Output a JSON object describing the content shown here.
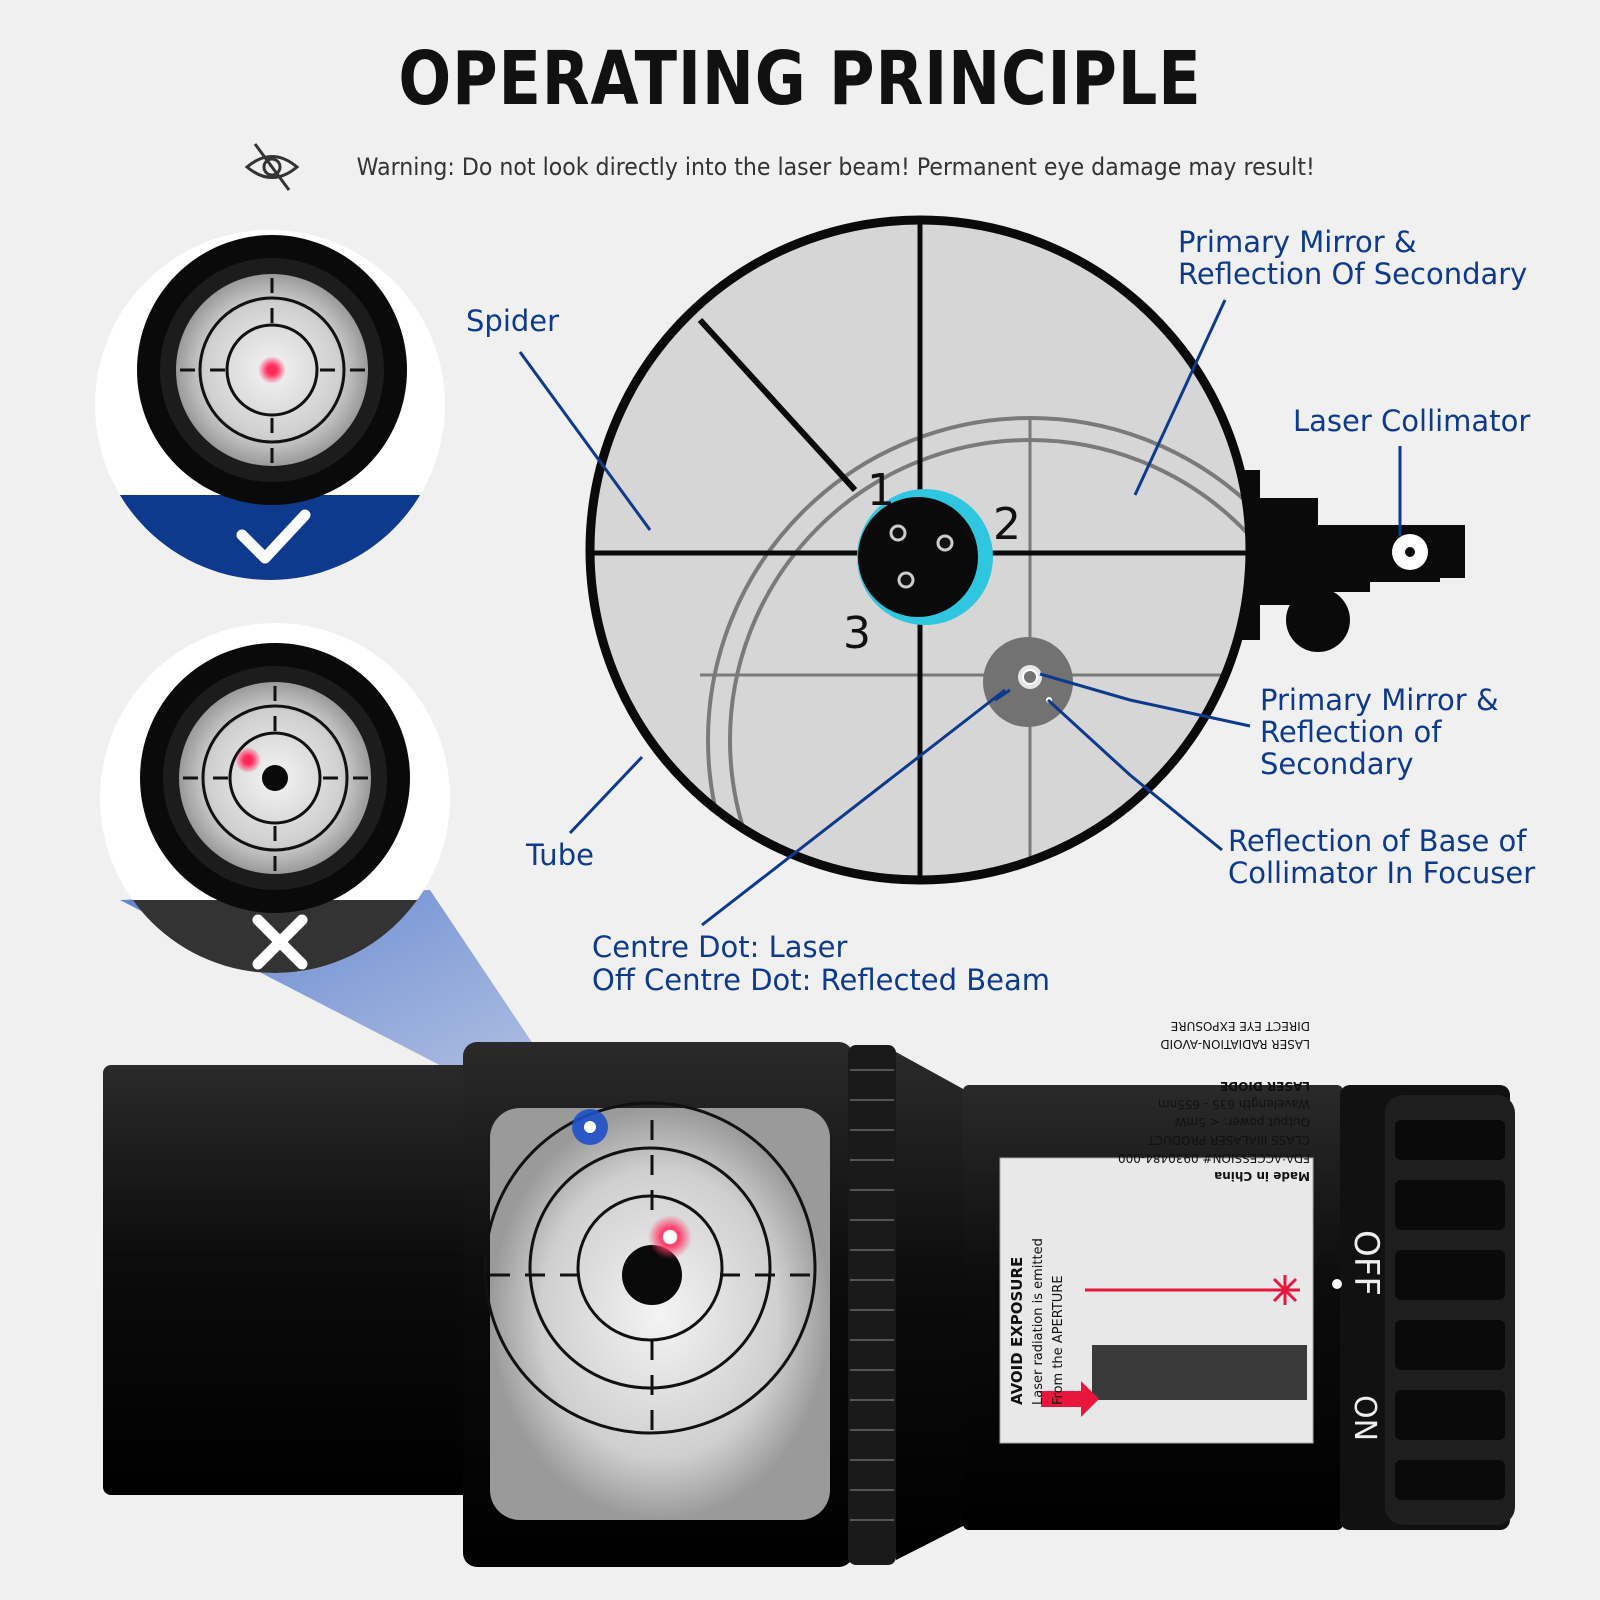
{
  "header": {
    "title": "OPERATING PRINCIPLE",
    "warning": "Warning: Do not look directly into the laser beam! Permanent eye damage may result!",
    "warning_icon": "eye-slash-icon"
  },
  "diagram": {
    "labels": {
      "spider": "Spider",
      "tube": "Tube",
      "primary_top_1": "Primary Mirror &",
      "primary_top_2": "Reflection Of Secondary",
      "laser_collimator": "Laser Collimator",
      "primary_mid_1": "Primary Mirror &",
      "primary_mid_2": "Reflection of",
      "primary_mid_3": "Secondary",
      "base_1": "Reflection of Base of",
      "base_2": "Collimator In Focuser",
      "centre_1": "Centre Dot: Laser",
      "centre_2": "Off Centre Dot: Reflected Beam"
    },
    "screws": [
      "1",
      "2",
      "3"
    ],
    "colors": {
      "label": "#0d3a8c",
      "accent_blue": "#0d3a8c",
      "cyan": "#2fc6e0",
      "laser_red": "#e8153c"
    }
  },
  "examples": {
    "correct_icon": "checkmark-icon",
    "wrong_icon": "cross-icon"
  },
  "device": {
    "sticker": {
      "warning_1": "AVOID EXPOSURE",
      "warning_2": "Laser radiation is emitted",
      "warning_3": "From the APERTURE",
      "made_in": "Made in China",
      "fda": "FDA:ACCESSION# 0930484-000",
      "class": "CLASS IIIALASER PRODUCT",
      "power": "Output power: < 5mW",
      "wavelength": "Wavelength 635 - 655nm",
      "diode": "LASER DIODE",
      "radiation_1": "LASER RADIATION-AVOID",
      "radiation_2": "DIRECT EYE EXPOSURE"
    },
    "switch_off": "OFF",
    "switch_on": "ON"
  }
}
